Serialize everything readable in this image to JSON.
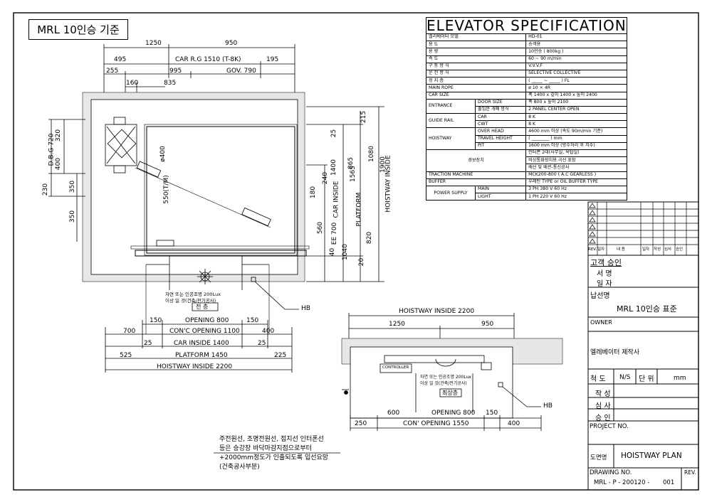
{
  "sheet_title": "MRL 10인승 기준",
  "spec": {
    "title": "ELEVATOR  SPECIFICATION",
    "rows": [
      [
        "엘리베이터 모델",
        "HD-01"
      ],
      [
        "용       도",
        "승객용"
      ],
      [
        "용       량",
        "10인승  ( 800kg )"
      ],
      [
        "속       도",
        "60 ~ 90  m/min"
      ],
      [
        "구 동   방 식",
        "V.V.V.F"
      ],
      [
        "운 전   방 식",
        "SELECTIVE COLLECTIVE"
      ],
      [
        "정   지   층",
        "( _____ ~ _____ ) FL"
      ],
      [
        "MAIN ROPE",
        "ø 10 × 4R"
      ],
      [
        "CAR SIZE",
        "폭 1400 x 깊이 1400 x 높이 2400"
      ]
    ],
    "entrance": {
      "label": "ENTRANCE",
      "rows": [
        [
          "DOOR SIZE",
          "폭 800 x 높이 2100"
        ],
        [
          "출입문  개폐 방식",
          "2 PANEL  CENTER  OPEN"
        ]
      ]
    },
    "guide_rail": {
      "label": "GUIDE RAIL",
      "rows": [
        [
          "CAR",
          "8 K"
        ],
        [
          "CWT",
          "8 K"
        ]
      ]
    },
    "hoistway": {
      "label": "HOISTWAY",
      "rows": [
        [
          "OVER HEAD",
          "4600 mm 이상 (속도 90m/min 기준)"
        ],
        [
          "TRAVEL HEIGHT",
          "( ________ ) mm"
        ],
        [
          "PIT",
          "1600 mm 이상 (방수처리 후 치수)"
        ]
      ]
    },
    "alarm": {
      "label": "경보장치",
      "rows": [
        "인터폰 2대(사무실, 옥탑실)",
        "비상통화장치용 극선 포함",
        "배선 및 배관-통신공사"
      ]
    },
    "rows2": [
      [
        "TRACTION MACHINE",
        "MCK200-800 ( A.C  GEARLESS )"
      ],
      [
        "BUFFER",
        "우레탄 TYPE or OIL BUFFER TYPE"
      ]
    ],
    "power": {
      "label": "POWER SUPPLY",
      "rows": [
        [
          "MAIN",
          "3 PH   380 V   60 Hz"
        ],
        [
          "LIGHT",
          "1 PH   220 V   60 Hz"
        ]
      ]
    }
  },
  "revision_header": [
    "REV.",
    "일자",
    "내    용",
    "일자",
    "작성",
    "심사",
    "승인"
  ],
  "title_block": {
    "customer_approval": "고객 승인",
    "signature": "서 명",
    "date": "일 자",
    "delivery_label": "납선명",
    "delivery_value": "MRL 10인승 표준",
    "owner": "OWNER",
    "maker": "엘레베이터 제작사",
    "scale_label": "척 도",
    "scale_value": "N/S",
    "unit_label": "단 위",
    "unit_value": "mm",
    "drawn": "작 성",
    "checked": "심 사",
    "approved": "승 인",
    "project_no": "PROJECT NO.",
    "drawing_name_label": "도면명",
    "drawing_name": "HOISTWAY PLAN",
    "drawing_no_label": "DRAWING NO.",
    "drawing_no": "MRL - P - 200120 -",
    "drawing_no_suffix": "001",
    "rev_label": "REV."
  },
  "plan": {
    "dims": {
      "d1250": "1250",
      "d950": "950",
      "d495": "495",
      "car_rg": "CAR R.G 1510 (T-8K)",
      "d195": "195",
      "d255": "255",
      "d995": "995",
      "gov": "GOV. 790",
      "d160": "160",
      "d835": "835",
      "dbg": "D.B.G 720",
      "d320": "320",
      "d400": "400",
      "d230": "230",
      "d350a": "350",
      "d350b": "350",
      "dia400": "ø400",
      "rope": "550(T/M)",
      "d25": "25",
      "d215": "215",
      "d865": "865",
      "d1080": "1080",
      "d1400": "1400",
      "d1565": "1565",
      "d1900": "1900",
      "d180": "180",
      "d240": "240",
      "car_inside": "CAR  INSIDE",
      "platform": "PLATFORM",
      "hoistway_inside": "HOISTWAY  INSIDE",
      "d560": "560",
      "ee700": "EE 700",
      "d820": "820",
      "d40": "40",
      "d1040": "1040",
      "d20": "20",
      "d150a": "150",
      "opening": "OPENING  800",
      "d150b": "150",
      "d700": "700",
      "con_opening": "CON'C OPENING 1100",
      "d400b": "400",
      "d25b": "25",
      "car_inside_w": "CAR  INSIDE  1400",
      "d25c": "25",
      "d525": "525",
      "platform_w": "PLATFORM  1450",
      "d225": "225",
      "hoistway_w": "HOISTWAY  INSIDE  2200"
    },
    "lamp_note": [
      "자연 또는 인공조명 200Lux",
      "이상 일 것(건축/전기공사)"
    ],
    "floor_label": "전 층",
    "hb": "HB"
  },
  "section": {
    "hoistway_w": "HOISTWAY  INSIDE  2200",
    "d1250": "1250",
    "d950": "950",
    "controller": "CONTROLLER",
    "lamp_note": [
      "자연 또는 인공조명 200Lux",
      "이상 일 것(건축/전기공사)"
    ],
    "floor_label": "최상층",
    "d600": "600",
    "opening": "OPENING  800",
    "d150": "150",
    "d250": "250",
    "con_opening": "CON'  OPENING  1550",
    "d400": "400",
    "hb": "HB"
  },
  "note": [
    "주전원선, 조명전원선, 접지선 인터폰선",
    "등은 승강장 바닥마감지점으로부터",
    "+2000mm정도가 인출되도록 입선요망",
    "(건축공사부분)"
  ]
}
